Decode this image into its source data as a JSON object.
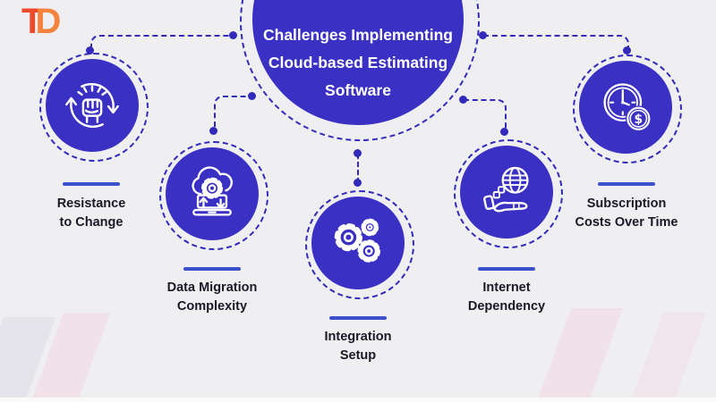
{
  "logo": {
    "letters": [
      "T",
      "D"
    ]
  },
  "title": {
    "lines": [
      "Challenges Implementing",
      "Cloud-based Estimating",
      "Software"
    ]
  },
  "items": [
    {
      "label_line1": "Resistance",
      "label_line2": "to Change",
      "icon": "fist-cycle-icon"
    },
    {
      "label_line1": "Data Migration",
      "label_line2": "Complexity",
      "icon": "cloud-migration-icon"
    },
    {
      "label_line1": "Integration",
      "label_line2": "Setup",
      "icon": "gears-icon"
    },
    {
      "label_line1": "Internet",
      "label_line2": "Dependency",
      "icon": "hand-globe-icon"
    },
    {
      "label_line1": "Subscription",
      "label_line2": "Costs Over Time",
      "icon": "clock-dollar-icon"
    }
  ],
  "colors": {
    "background": "#efeff1",
    "primary_blue": "#3a30c3",
    "dashed_line_blue": "#322aba",
    "accent_bar_blue": "#3c50cc",
    "label_text": "#191927",
    "title_text": "#ffffff",
    "logo_orange_1": "#ee4a2b",
    "logo_orange_2": "#f5833e"
  }
}
